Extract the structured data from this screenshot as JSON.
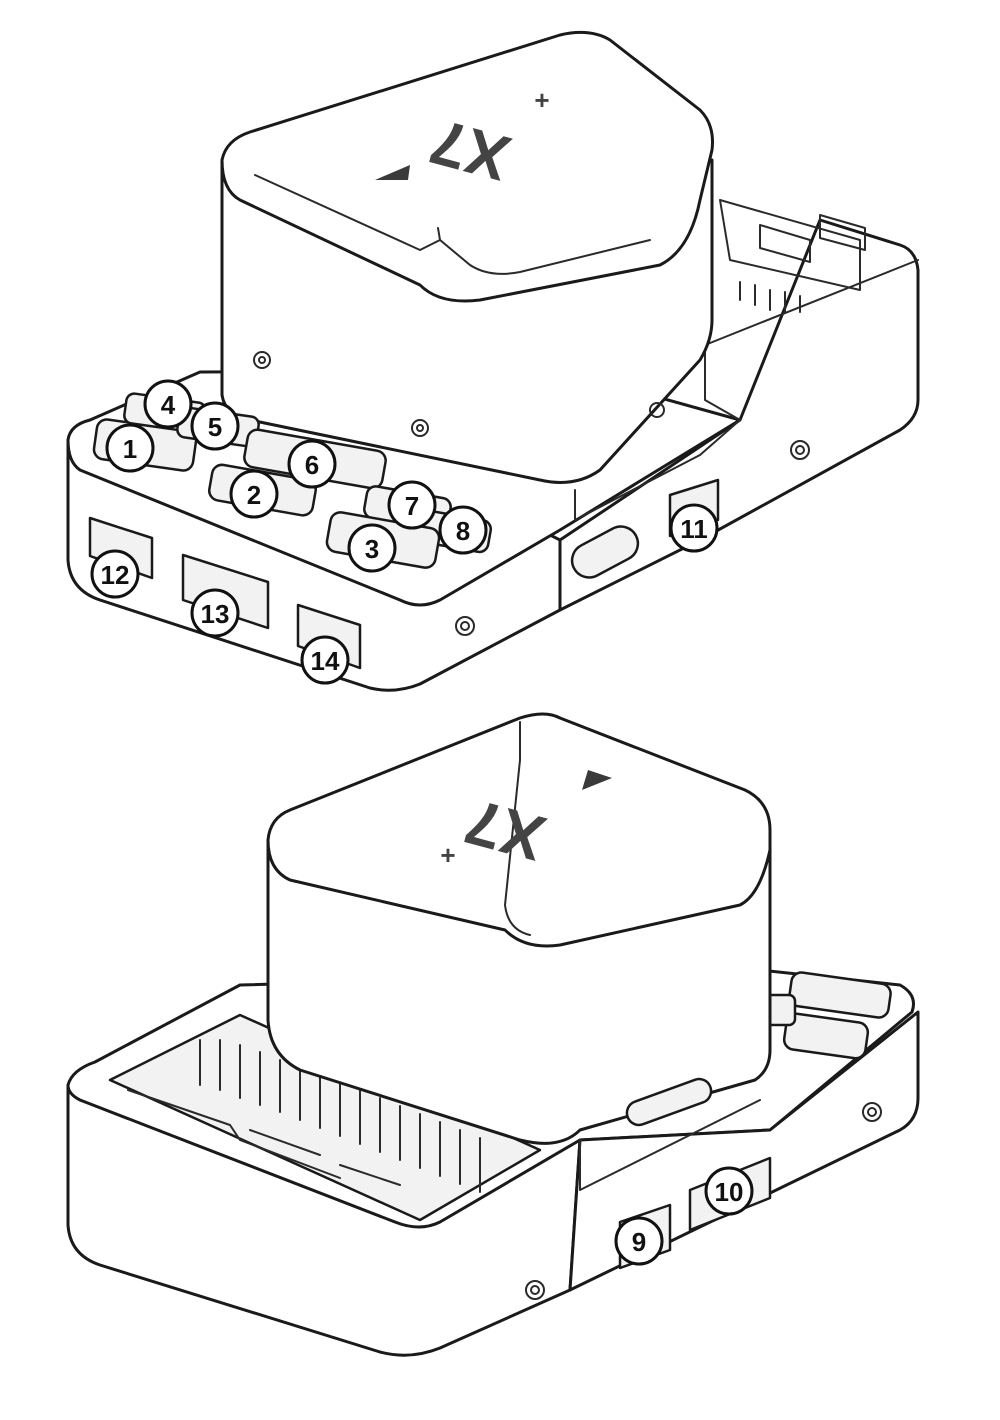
{
  "logo": {
    "text": "X7",
    "plus": "+"
  },
  "callouts": [
    {
      "label": "1"
    },
    {
      "label": "2"
    },
    {
      "label": "3"
    },
    {
      "label": "4"
    },
    {
      "label": "5"
    },
    {
      "label": "6"
    },
    {
      "label": "7"
    },
    {
      "label": "8"
    },
    {
      "label": "9"
    },
    {
      "label": "10"
    },
    {
      "label": "11"
    },
    {
      "label": "12"
    },
    {
      "label": "13"
    },
    {
      "label": "14"
    }
  ]
}
